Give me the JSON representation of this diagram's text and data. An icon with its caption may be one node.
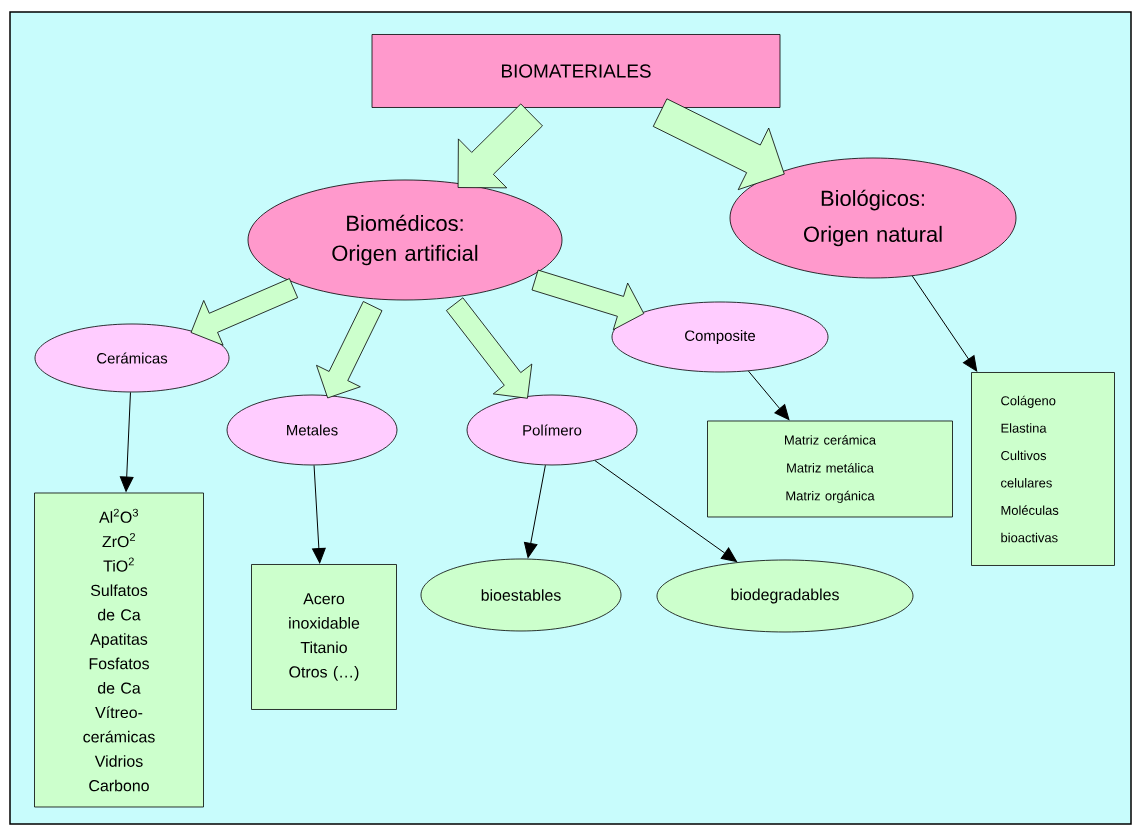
{
  "diagram": {
    "nodes": [
      {
        "text": [
          "BIOMATERIALES"
        ]
      },
      {
        "text": [
          "Biomédicos:",
          "Origen artificial"
        ]
      },
      {
        "text": [
          "Biológicos:",
          "Origen natural"
        ]
      },
      {
        "text": [
          "Cerámicas"
        ]
      },
      {
        "text": [
          "Metales"
        ]
      },
      {
        "text": [
          "Polímero"
        ]
      },
      {
        "text": [
          "Composite"
        ]
      },
      {
        "text": [
          "Al$^{2}$O$^{3}$",
          "ZrO$^{2}$",
          "TiO$^{2}$",
          "Sulfatos de Ca",
          "Apatitas",
          "Fosfatos de Ca",
          "Vítreo-cerámicas",
          "Vidrios",
          "Carbono"
        ]
      },
      {
        "text": [
          "Acero inoxidable",
          "Titanio",
          "Otros (…)"
        ]
      },
      {
        "text": [
          "bioestables"
        ]
      },
      {
        "text": [
          "biodegradables"
        ]
      },
      {
        "text": [
          "Matriz cerámica",
          "Matriz metálica",
          "Matriz orgánica"
        ]
      },
      {
        "text": [
          "Colágeno",
          "Elastina",
          "Cultivos celulares",
          "Moléculas bioactivas"
        ]
      }
    ],
    "edges": [
      {
        "from": 0,
        "to": 1,
        "arrow": "to",
        "style": "thick",
        "color": "#ccffcc"
      },
      {
        "from": 0,
        "to": 2,
        "arrow": "to",
        "style": "thick",
        "color": "#ccffcc"
      },
      {
        "from": 1,
        "to": 3,
        "arrow": "to",
        "style": "thick",
        "color": "#ccffcc"
      },
      {
        "from": 1,
        "to": 4,
        "arrow": "to",
        "style": "thick",
        "color": "#ccffcc"
      },
      {
        "from": 1,
        "to": 5,
        "arrow": "to",
        "style": "thick",
        "color": "#ccffcc"
      },
      {
        "from": 1,
        "to": 6,
        "arrow": "to",
        "style": "thick",
        "color": "#ccffcc"
      },
      {
        "from": 3,
        "to": 7,
        "arrow": "to"
      },
      {
        "from": 4,
        "to": 8,
        "arrow": "to"
      },
      {
        "from": 5,
        "to": 9,
        "arrow": "to"
      },
      {
        "from": 5,
        "to": 10,
        "arrow": "to"
      },
      {
        "from": 6,
        "to": 11,
        "arrow": "to"
      },
      {
        "from": 2,
        "to": 12,
        "arrow": "to"
      }
    ]
  }
}
